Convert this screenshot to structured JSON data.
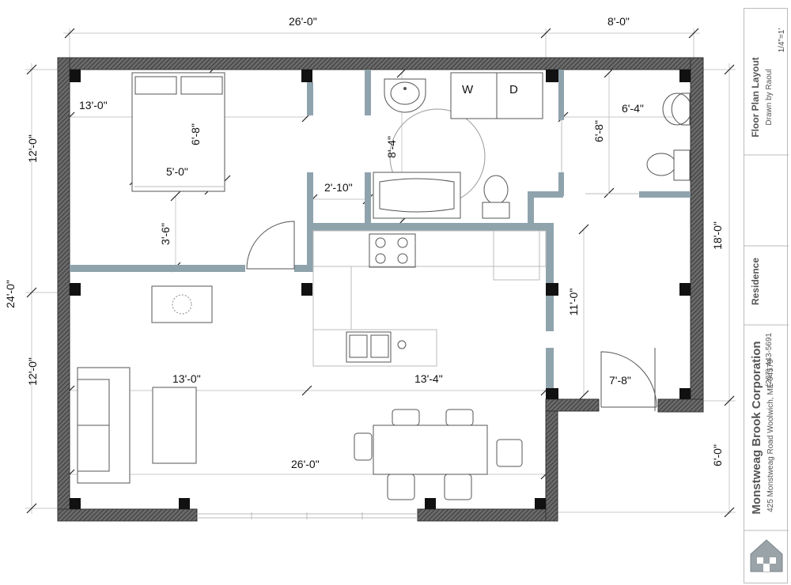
{
  "dimensions": {
    "top_left": "26'-0\"",
    "top_right": "8'-0\"",
    "left_total": "24'-0\"",
    "left_upper": "12'-0\"",
    "left_lower": "12'-0\"",
    "right_main": "18'-0\"",
    "right_lower": "6'-0\"",
    "bed_width": "13'-0\"",
    "bed_length": "6'-8\"",
    "bed_span": "5'-0\"",
    "bed_to_wall": "3'-6\"",
    "bath_depth": "8'-4\"",
    "bath_width": "2'-10\"",
    "half_bath_width": "6'-4\"",
    "half_bath_depth": "6'-8\"",
    "kitchen_depth": "11'-0\"",
    "entry_width": "7'-8\"",
    "living_width": "13'-0\"",
    "kitchen_width": "13'-4\"",
    "living_total": "26'-0\""
  },
  "appliances": {
    "washer": "W",
    "dryer": "D"
  },
  "title_block": {
    "sheet_title": "Floor Plan Layout",
    "drawn_by": "Drawn by Raoul",
    "scale": "1/4\"=1'",
    "project": "Residence",
    "phone": "(207) 443-5691",
    "company": "Monstweag Brook Corporation",
    "address": "425 Monstweag Road  Woolwich, ME 04579"
  }
}
